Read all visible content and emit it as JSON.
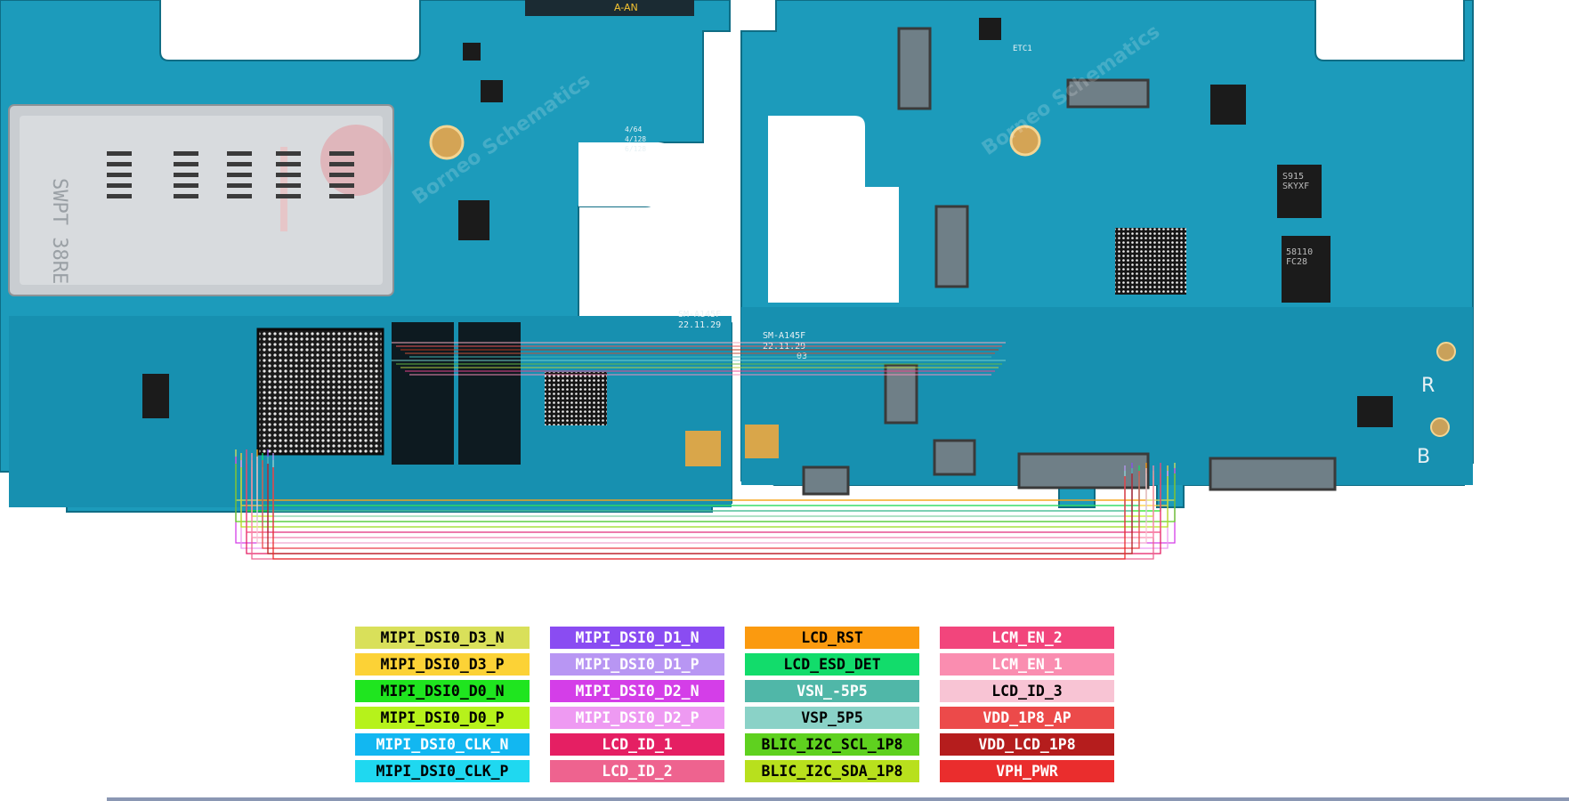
{
  "board": {
    "silkscreen": {
      "model_left": "SM-A145F",
      "date_left": "22.11.29",
      "model_right": "SM-A145F",
      "date_right": "22.11.29",
      "rev": "03",
      "etc": "ETC1",
      "rf_r": "R",
      "rf_b": "B",
      "cap_table": [
        "4/64",
        "4/128",
        "6/128"
      ],
      "sim_tray_text": "SWPT 38RE",
      "chip_text_1": "S915",
      "chip_text_2": "SKYXF",
      "chip_text_3": "58110",
      "chip_text_4": "FC28",
      "top_chip_text": "A-AN",
      "watermark": "Borneo Schematics"
    }
  },
  "legend": {
    "columns": [
      [
        {
          "label": "MIPI_DSI0_D3_N",
          "bg": "#d9e05a",
          "fg": "#000000"
        },
        {
          "label": "MIPI_DSI0_D3_P",
          "bg": "#fcd236",
          "fg": "#000000"
        },
        {
          "label": "MIPI_DSI0_D0_N",
          "bg": "#1fe51f",
          "fg": "#000000"
        },
        {
          "label": "MIPI_DSI0_D0_P",
          "bg": "#b6f21b",
          "fg": "#000000"
        },
        {
          "label": "MIPI_DSI0_CLK_N",
          "bg": "#12b7f1",
          "fg": "#ffffff"
        },
        {
          "label": "MIPI_DSI0_CLK_P",
          "bg": "#1fd8f0",
          "fg": "#000000"
        }
      ],
      [
        {
          "label": "MIPI_DSI0_D1_N",
          "bg": "#8a4cf2",
          "fg": "#ffffff"
        },
        {
          "label": "MIPI_DSI0_D1_P",
          "bg": "#b896f3",
          "fg": "#ffffff"
        },
        {
          "label": "MIPI_DSI0_D2_N",
          "bg": "#d43ee8",
          "fg": "#ffffff"
        },
        {
          "label": "MIPI_DSI0_D2_P",
          "bg": "#ee9af2",
          "fg": "#ffffff"
        },
        {
          "label": "LCD_ID_1",
          "bg": "#e51f63",
          "fg": "#ffffff"
        },
        {
          "label": "LCD_ID_2",
          "bg": "#ee638f",
          "fg": "#ffffff"
        }
      ],
      [
        {
          "label": "LCD_RST",
          "bg": "#fb9a0f",
          "fg": "#000000"
        },
        {
          "label": "LCD_ESD_DET",
          "bg": "#12dc6b",
          "fg": "#000000"
        },
        {
          "label": "VSN_-5P5",
          "bg": "#50b7a8",
          "fg": "#ffffff"
        },
        {
          "label": "VSP_5P5",
          "bg": "#8ad2c7",
          "fg": "#000000"
        },
        {
          "label": "BLIC_I2C_SCL_1P8",
          "bg": "#5fd11f",
          "fg": "#000000"
        },
        {
          "label": "BLIC_I2C_SDA_1P8",
          "bg": "#b8e01d",
          "fg": "#000000"
        }
      ],
      [
        {
          "label": "LCM_EN_2",
          "bg": "#f2457c",
          "fg": "#ffffff"
        },
        {
          "label": "LCM_EN_1",
          "bg": "#fa8db0",
          "fg": "#ffffff"
        },
        {
          "label": "LCD_ID_3",
          "bg": "#f8c4d4",
          "fg": "#000000"
        },
        {
          "label": "VDD_1P8_AP",
          "bg": "#ec4a4a",
          "fg": "#ffffff"
        },
        {
          "label": "VDD_LCD_1P8",
          "bg": "#b51d1d",
          "fg": "#ffffff"
        },
        {
          "label": "VPH_PWR",
          "bg": "#ea2d2d",
          "fg": "#ffffff"
        }
      ]
    ]
  },
  "colors": {
    "pcb_main": "#1c9bbb",
    "pcb_dark": "#137a96",
    "pcb_light": "#47b7d2",
    "pcb_edge": "#0f6d85",
    "silk": "#e8f1f4"
  }
}
